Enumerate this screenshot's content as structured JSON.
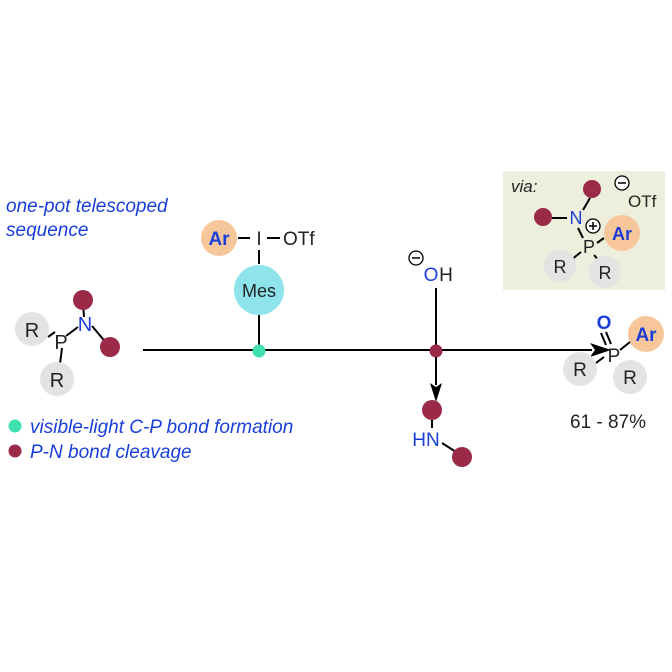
{
  "intro": {
    "line1": "one-pot telescoped",
    "line2": "sequence"
  },
  "substrate": {
    "r_top": "R",
    "r_bottom": "R",
    "p": "P",
    "n": "N"
  },
  "reagent1": {
    "ar": "Ar",
    "i": "I",
    "otf": "OTf",
    "mes": "Mes"
  },
  "reagent2": {
    "charge": "⊖",
    "o": "O",
    "h": "H"
  },
  "byproduct": {
    "hn": "HN"
  },
  "product": {
    "o": "O",
    "p": "P",
    "ar": "Ar",
    "r_left": "R",
    "r_right": "R",
    "yield": "61 - 87%"
  },
  "intermediate": {
    "via": "via:",
    "charge_anion": "⊖",
    "otf": "OTf",
    "n": "N",
    "charge_cation": "⊕",
    "p": "P",
    "ar": "Ar",
    "r_left": "R",
    "r_right": "R"
  },
  "legend": {
    "item1": "visible-light C-P bond formation",
    "item2": "P-N bond cleavage"
  },
  "colors": {
    "blue": "#1a3fd8",
    "maroon": "#9a2a48",
    "teal": "#3fe0b0",
    "cyan": "#8fe3ea",
    "orange": "#f7c69a",
    "grey": "#e3e3e3",
    "box": "#eeeedd"
  }
}
